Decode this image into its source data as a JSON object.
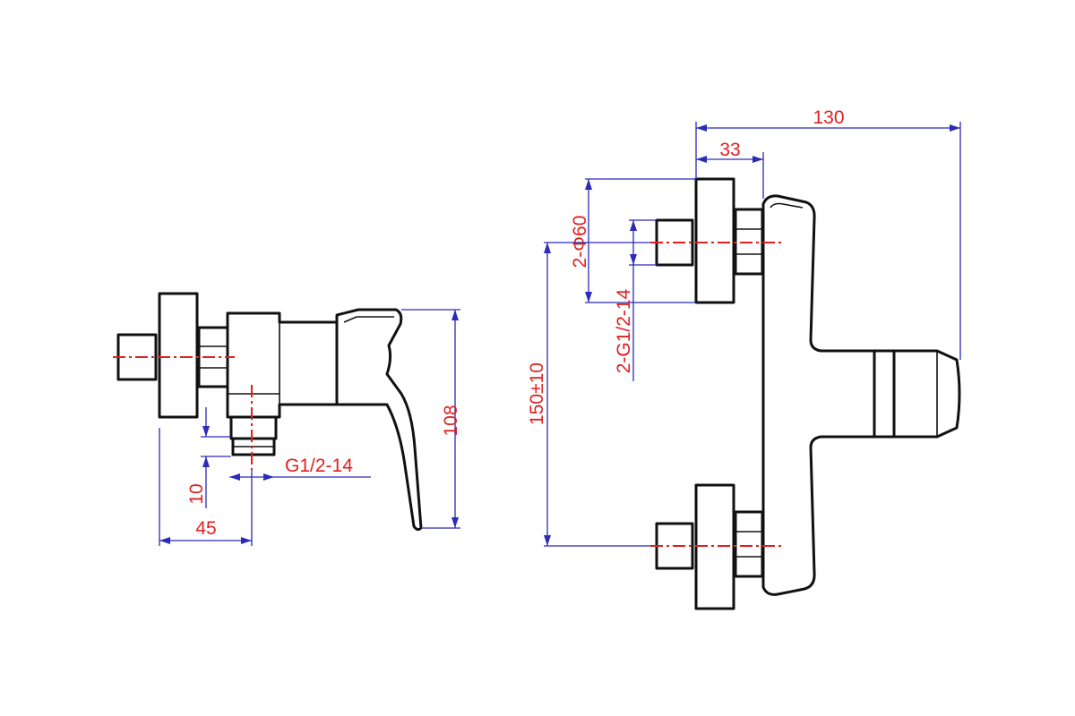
{
  "side_view": {
    "dim_height": "108",
    "dim_depth": "45",
    "dim_thread_len": "10",
    "thread_label": "G1/2-14"
  },
  "front_view": {
    "dim_total_width": "130",
    "dim_flange_offset": "33",
    "dim_centers": "150±10",
    "dim_flange_dia": "2-Φ60",
    "dim_inlet_thread": "2-G1/2-14"
  },
  "colors": {
    "outline": "#111111",
    "dimension_lines": "#2b2bb8",
    "labels_and_centerlines": "#e02020"
  }
}
